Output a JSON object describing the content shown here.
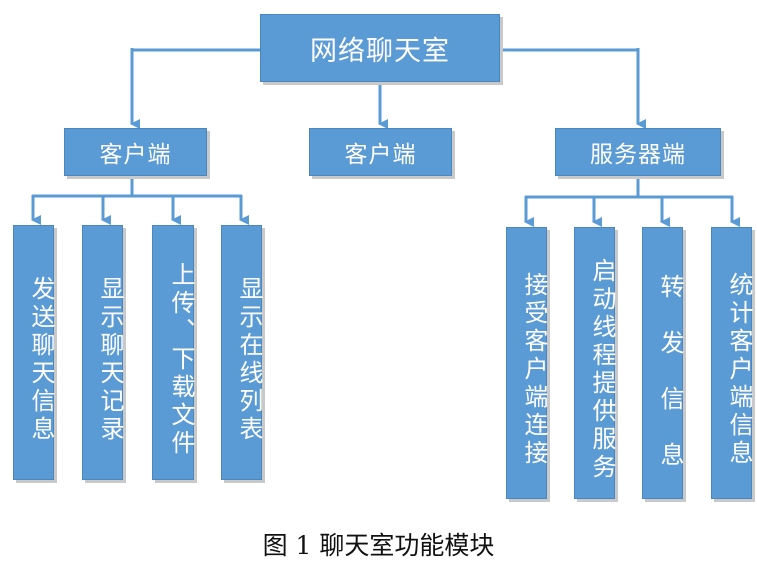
{
  "diagram": {
    "root": {
      "label": "网络聊天室"
    },
    "branches": [
      {
        "label": "客户端",
        "children": [
          "发送聊天信息",
          "显示聊天记录",
          "上传、下载文件",
          "显示在线列表"
        ]
      },
      {
        "label": "客户端",
        "children": []
      },
      {
        "label": "服务器端",
        "children": [
          "接受客户端连接",
          "启动线程提供服务",
          "转 发 信 息",
          "统计客户端信息"
        ]
      }
    ],
    "caption": "图 1 聊天室功能模块",
    "colors": {
      "node_fill": "#5b9bd5",
      "node_border": "#4a87c0",
      "node_text": "#ffffff",
      "connector": "#5b9bd5",
      "shadow": "#c9c9c9"
    }
  }
}
